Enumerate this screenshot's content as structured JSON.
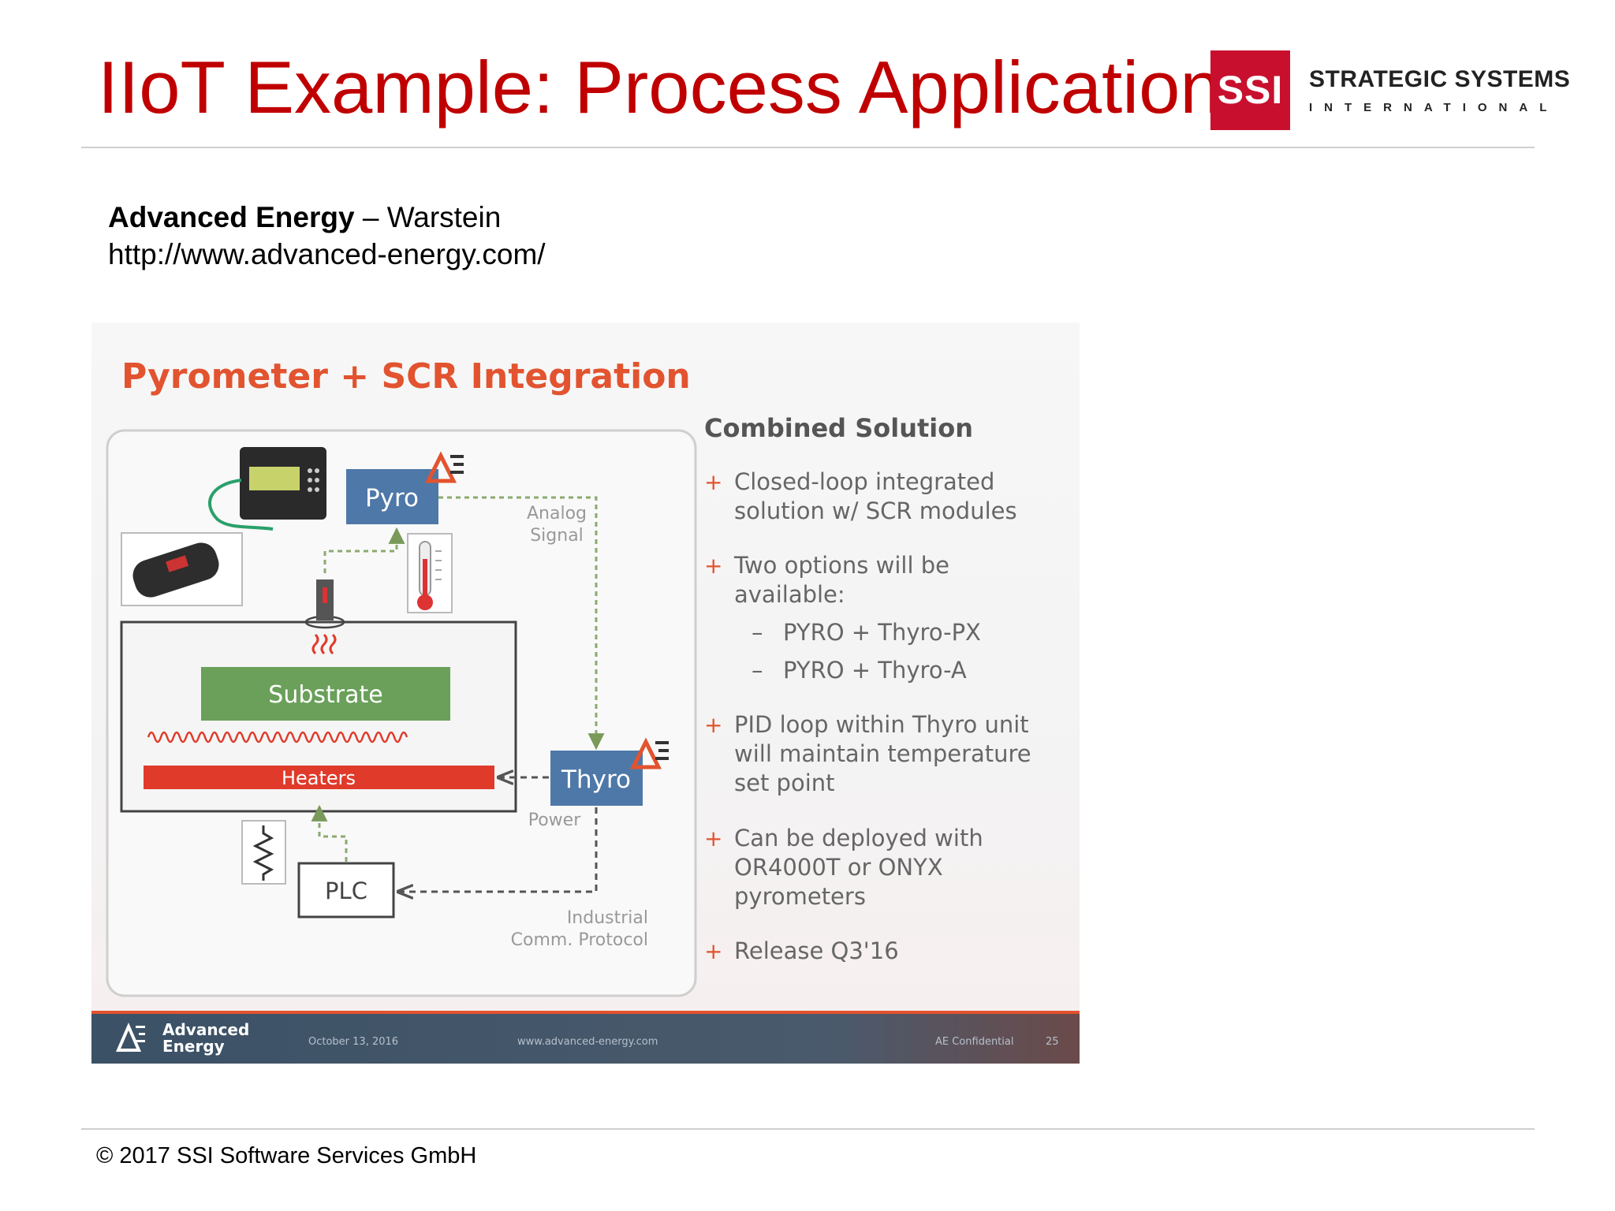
{
  "page": {
    "title": "IIoT Example: Process Application",
    "logo": {
      "mark": "SSI",
      "line1": "STRATEGIC SYSTEMS",
      "line2": "INTERNATIONAL"
    },
    "company_name": "Advanced Energy",
    "company_sep": " – ",
    "company_location": "Warstein",
    "company_url": "http://www.advanced-energy.com/",
    "footer": "© 2017 SSI Software Services GmbH"
  },
  "slide": {
    "title": "Pyrometer + SCR Integration",
    "diagram": {
      "pyro": "Pyro",
      "thyro": "Thyro",
      "substrate": "Substrate",
      "heaters": "Heaters",
      "plc": "PLC",
      "analog_1": "Analog",
      "analog_2": "Signal",
      "power": "Power",
      "industrial_1": "Industrial",
      "industrial_2": "Comm. Protocol"
    },
    "panel": {
      "heading": "Combined Solution",
      "b1_l1": "Closed-loop integrated",
      "b1_l2": "solution w/ SCR modules",
      "b2_l1": "Two options will be",
      "b2_l2": "available:",
      "b2_s1": "PYRO + Thyro-PX",
      "b2_s2": "PYRO + Thyro-A",
      "b3_l1": "PID loop within Thyro unit",
      "b3_l2": "will maintain temperature",
      "b3_l3": "set point",
      "b4_l1": "Can be deployed with",
      "b4_l2": "OR4000T or ONYX",
      "b4_l3": "pyrometers",
      "b5_l1": "Release Q3'16",
      "bullet": "+",
      "dash": "–"
    },
    "footer_bar": {
      "brand_1": "Advanced",
      "brand_2": "Energy",
      "date": "October 13, 2016",
      "url": "www.advanced-energy.com",
      "conf": "AE Confidential",
      "page": "25"
    }
  }
}
